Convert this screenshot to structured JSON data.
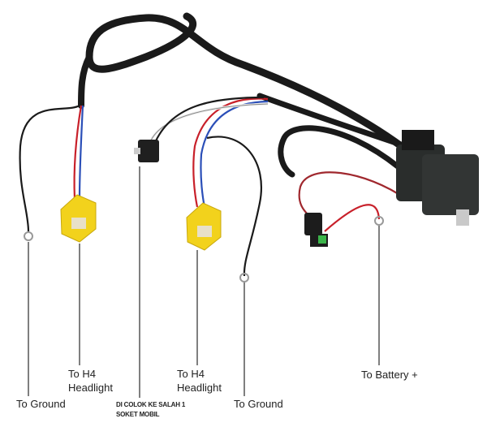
{
  "labels": {
    "ground_left": "To Ground",
    "h4_left_line1": "To H4",
    "h4_left_line2": "Headlight",
    "socket_note_line1": "DI COLOK KE SALAH 1",
    "socket_note_line2": "SOKET MOBIL",
    "h4_right_line1": "To H4",
    "h4_right_line2": "Headlight",
    "ground_right": "To Ground",
    "battery": "To Battery +"
  },
  "colors": {
    "harness": "#1a1a1a",
    "socket": "#f2d21c",
    "red": "#c8202a",
    "blue": "#2b4fb8",
    "relay": "#2a2d2c"
  }
}
